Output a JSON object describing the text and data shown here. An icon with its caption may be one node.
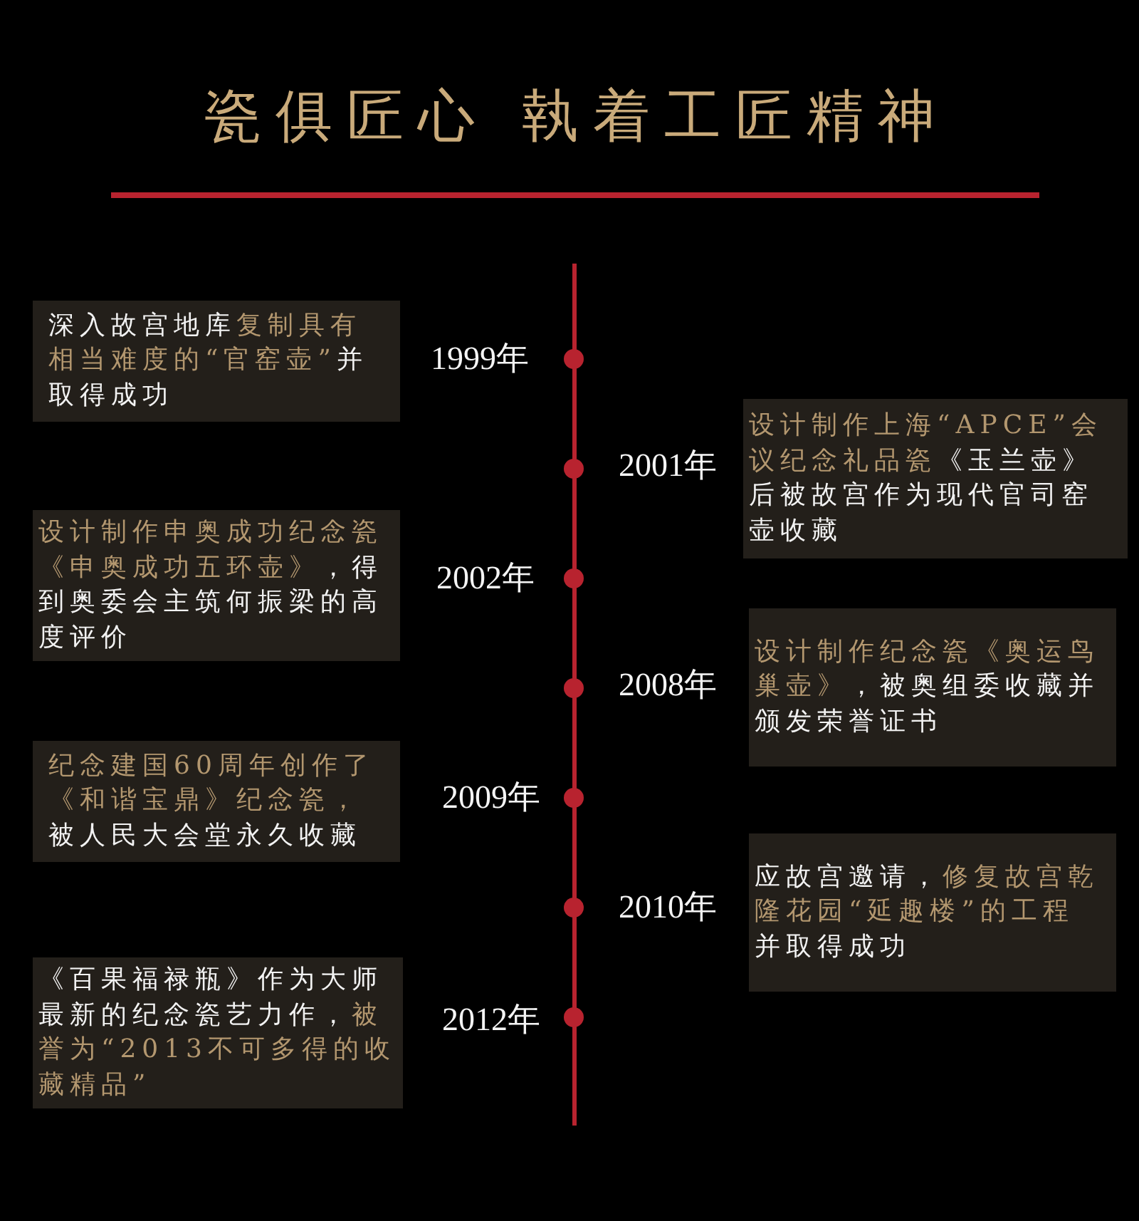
{
  "diagram": {
    "title": "瓷俱匠心 執着工匠精神",
    "nodes": [
      {
        "text": [
          "深入故宫地库**复制具有相当难度的“官窑壶”**并取得成功"
        ],
        "beside": [
          "1999年"
        ]
      },
      {
        "text": [
          "**设计制作上海“APCE”会议纪念礼品瓷**《玉兰壶》后被故宫作为现代官司窑壶收藏"
        ],
        "beside": [
          "2001年"
        ]
      },
      {
        "text": [
          "**设计制作申奥成功纪念瓷《申奥成功五环壶》**，得到奥委会主筑何振梁的高度评价"
        ],
        "beside": [
          "2002年"
        ]
      },
      {
        "text": [
          "**设计制作纪念瓷《奥运鸟巢壶》**，被奥组委收藏并颁发荣誉证书"
        ],
        "beside": [
          "2008年"
        ]
      },
      {
        "text": [
          "**纪念建国60周年创作了《和谐宝鼎》纪念瓷，**被人民大会堂永久收藏"
        ],
        "beside": [
          "2009年"
        ]
      },
      {
        "text": [
          "应故宫邀请，**修复故宫乾隆花园“延趣楼”的工程**并取得成功"
        ],
        "beside": [
          "2010年"
        ]
      },
      {
        "text": [
          "《百果福禄瓶》作为大师最新的纪念瓷艺力作，**被誉为“2013不可多得的收藏精品”**"
        ],
        "beside": [
          "2012年"
        ]
      }
    ]
  }
}
